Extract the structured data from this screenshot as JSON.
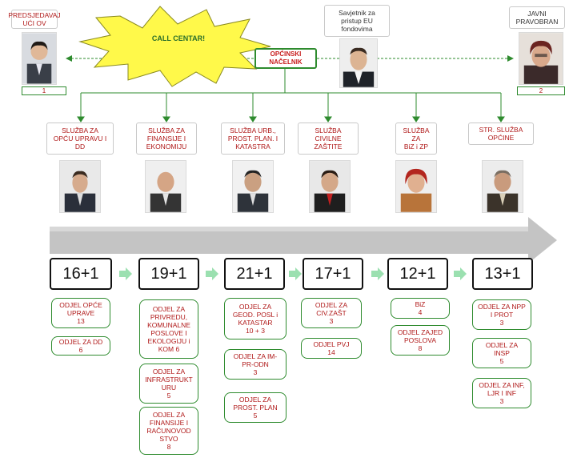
{
  "top": {
    "left_title": "PREDSJEDAVAJ\nUĆI OV",
    "left_number": "1",
    "center_advisor": "Savjetnik za\npristup EU\nfondovima",
    "right_title": "JAVNI\nPRAVOBRAN",
    "right_number": "2",
    "call_center": "CALL CENTAR!",
    "chief": "OPĆINSKI\nNAČELNIK"
  },
  "services": [
    {
      "label": "SLUŽBA ZA\nOPĆU UPRAVU I\nDD"
    },
    {
      "label": "SLUŽBA ZA\nFINANSIJE I\nEKONOMIJU"
    },
    {
      "label": "SLUŽBA URB.,\nPROST. PLAN. I\nKATASTRA"
    },
    {
      "label": "SLUŽBA\nCIVILNE\nZAŠTITE"
    },
    {
      "label": "SLUŽBA\nZA\nBiZ  i ZP"
    },
    {
      "label": "STR. SLUŽBA\nOPĆINE"
    }
  ],
  "counts": [
    "16+1",
    "19+1",
    "21+1",
    "17+1",
    "12+1",
    "13+1"
  ],
  "departments": [
    [
      "ODJEL OPĆE\nUPRAVE\n13",
      "ODJEL ZA DD\n6"
    ],
    [
      "ODJEL ZA\nPRIVREDU,\nKOMUNALNE\nPOSLOVE I\nEKOLOGIJU i\nKOM 6",
      "ODJEL ZA\nINFRASTRUKT\nURU\n5",
      "ODJEL ZA\nFINANSIJE I\nRAČUNOVOD\nSTVO\n8"
    ],
    [
      "ODJEL ZA\nGEOD. POSL i\nKATASTAR\n10 + 3",
      "ODJEL ZA IM-\nPR-ODN\n3",
      "ODJEL ZA\nPROST. PLAN\n5"
    ],
    [
      "ODJEL ZA\nCIV.ZAŠT\n3",
      "ODJEL  PVJ\n14"
    ],
    [
      "BiZ\n4",
      "ODJEL ZAJED\nPOSLOVA\n8"
    ],
    [
      "ODJEL ZA NPP\nI PROT\n3",
      "ODJEL ZA\nINSP\n5",
      "ODJEL ZA INF,\nLJR I INF\n3"
    ]
  ],
  "colors": {
    "green": "#2e8b2e",
    "red_text": "#b01919",
    "arrow": "#bdbdbd",
    "chevron": "#9be0b0",
    "starburst": "#fff94a"
  }
}
